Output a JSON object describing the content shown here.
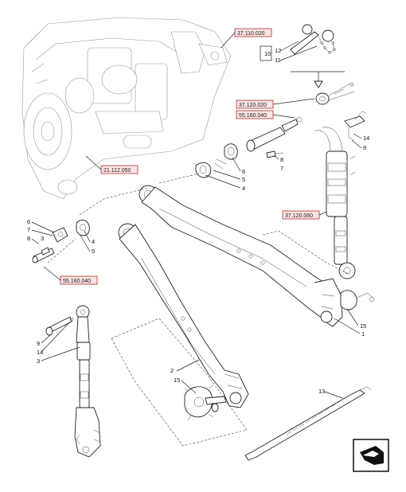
{
  "references": [
    "37.110.020",
    "37.120.020",
    "55.160.040",
    "21.112.050",
    "37.120.060",
    "55.160.040"
  ],
  "callouts": [
    "10",
    "12",
    "11",
    "14",
    "9",
    "6",
    "8",
    "7",
    "5",
    "4",
    "6",
    "7",
    "8",
    "3",
    "4",
    "5",
    "9",
    "14",
    "3",
    "2",
    "15",
    "15",
    "1",
    "13"
  ],
  "nav_icon": "next-page-icon"
}
